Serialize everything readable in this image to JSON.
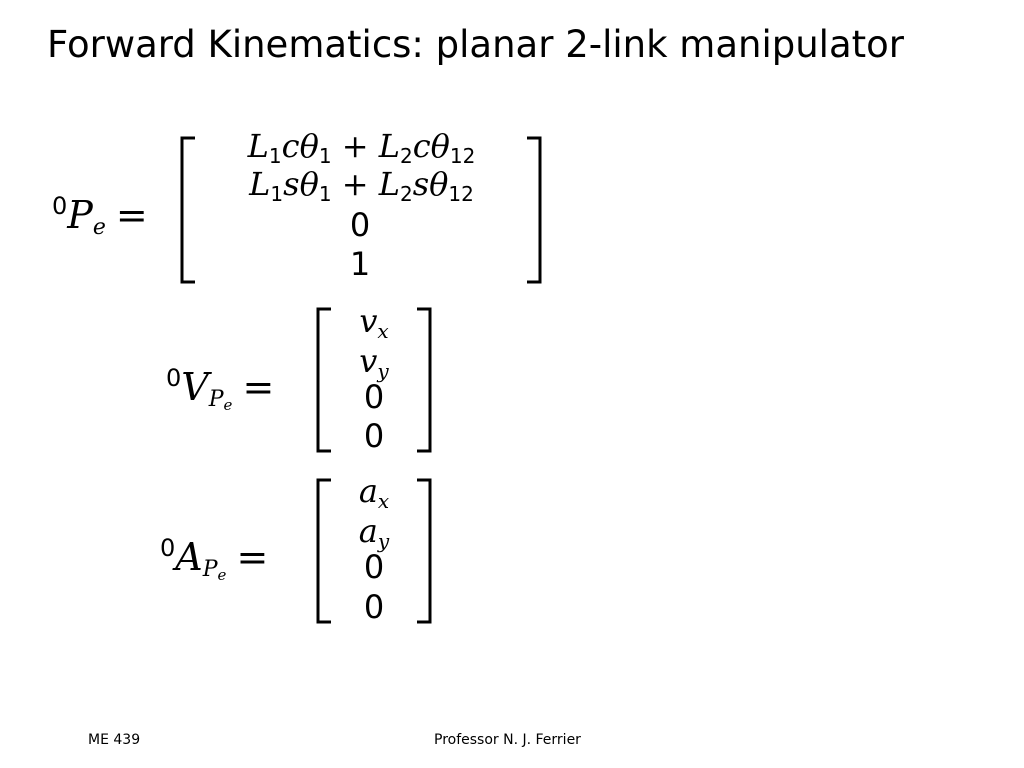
{
  "slide": {
    "title": "Forward Kinematics: planar 2-link manipulator",
    "footer_left": "ME 439",
    "footer_center": "Professor N. J. Ferrier"
  },
  "equations": {
    "position": {
      "frame": "0",
      "symbol": "P",
      "subscript": "e",
      "equals": "=",
      "rows": [
        {
          "t1_coef": "L",
          "t1_coef_sub": "1",
          "t1_fn": "cθ",
          "t1_fn_sub": "1",
          "op": "+",
          "t2_coef": "L",
          "t2_coef_sub": "2",
          "t2_fn": "cθ",
          "t2_fn_sub": "12"
        },
        {
          "t1_coef": "L",
          "t1_coef_sub": "1",
          "t1_fn": "sθ",
          "t1_fn_sub": "1",
          "op": "+",
          "t2_coef": "L",
          "t2_coef_sub": "2",
          "t2_fn": "sθ",
          "t2_fn_sub": "12"
        },
        {
          "value": "0"
        },
        {
          "value": "1"
        }
      ]
    },
    "velocity": {
      "frame": "0",
      "symbol": "V",
      "subscript": "P",
      "subsubscript": "e",
      "equals": "=",
      "rows": [
        {
          "sym": "v",
          "sub": "x"
        },
        {
          "sym": "v",
          "sub": "y"
        },
        {
          "value": "0"
        },
        {
          "value": "0"
        }
      ]
    },
    "acceleration": {
      "frame": "0",
      "symbol": "A",
      "subscript": "P",
      "subsubscript": "e",
      "equals": "=",
      "rows": [
        {
          "sym": "a",
          "sub": "x"
        },
        {
          "sym": "a",
          "sub": "y"
        },
        {
          "value": "0"
        },
        {
          "value": "0"
        }
      ]
    }
  }
}
